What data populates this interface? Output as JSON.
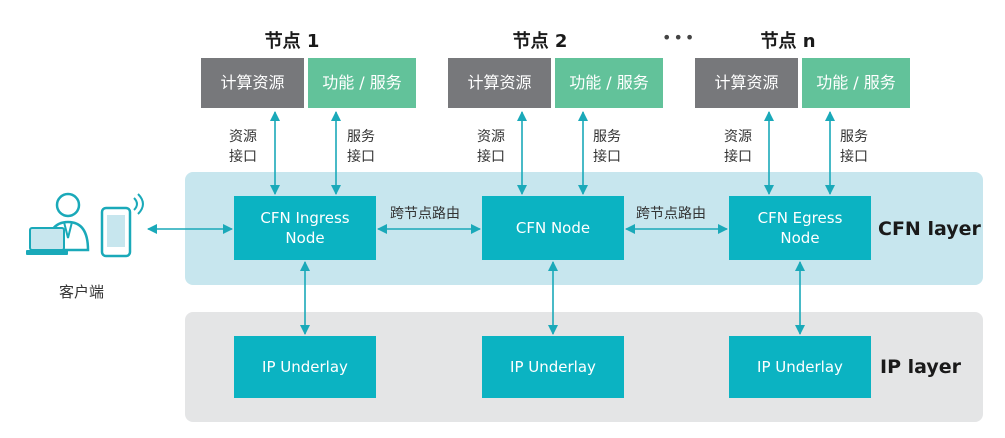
{
  "nodes": [
    {
      "title": "节点 1",
      "compute": "计算资源",
      "service": "功能 / 服务",
      "iface_left": "资源\n接口",
      "iface_right": "服务\n接口",
      "cfn_box": "CFN Ingress\nNode",
      "ip_box": "IP Underlay"
    },
    {
      "title": "节点 2",
      "compute": "计算资源",
      "service": "功能 / 服务",
      "iface_left": "资源\n接口",
      "iface_right": "服务\n接口",
      "cfn_box": "CFN Node",
      "ip_box": "IP Underlay"
    },
    {
      "title": "节点 n",
      "compute": "计算资源",
      "service": "功能 / 服务",
      "iface_left": "资源\n接口",
      "iface_right": "服务\n接口",
      "cfn_box": "CFN Egress\nNode",
      "ip_box": "IP Underlay"
    }
  ],
  "ellipsis": "•••",
  "route_labels": [
    "跨节点路由",
    "跨节点路由"
  ],
  "client_label": "客户端",
  "layers": {
    "cfn": "CFN layer",
    "ip": "IP layer"
  },
  "colors": {
    "cfn_band": "#c7e6ee",
    "ip_band": "#e4e5e6",
    "box": "#0bb3c2",
    "compute": "#77787b",
    "service": "#62c29a",
    "arrow": "#1aa9b9"
  }
}
